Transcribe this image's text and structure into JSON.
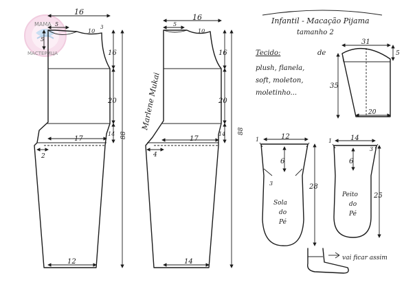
{
  "title": "Infantil - Macação Pijama",
  "subtitle": "tamanho 2",
  "fabric": {
    "heading": "Tecido:",
    "line1": "de",
    "line2": "plush, flanela,",
    "line3": "soft, moleton,",
    "line4": "moletinho..."
  },
  "signature": "Marlene Mukai",
  "watermark": {
    "line1": "МАМА",
    "line2": "МАСТЕРИЦА"
  },
  "front_piece": {
    "width_top": "16",
    "neck_w": "5",
    "neck_h": "5",
    "shoulder": "10",
    "gap": "3",
    "armhole_h": "16",
    "body_h": "20",
    "crotch_h": "14",
    "total_h": "88",
    "hip_w": "17",
    "crotch_ext": "2",
    "hem_w": "12"
  },
  "back_piece": {
    "width_top": "16",
    "neck_w": "5",
    "shoulder": "10",
    "armhole_h": "16",
    "body_h": "20",
    "crotch_h": "14",
    "total_h": "88",
    "hip_w": "17",
    "crotch_ext": "4",
    "hem_w": "14"
  },
  "sleeve": {
    "width": "31",
    "cap_h": "5",
    "length": "35",
    "cuff": "20"
  },
  "sole": {
    "width": "12",
    "corner": "1",
    "depth": "6",
    "dart": "3",
    "length": "28",
    "label1": "Sola",
    "label2": "do",
    "label3": "Pé"
  },
  "instep": {
    "width": "14",
    "corner": "1",
    "depth": "6",
    "dart": "3",
    "length": "25",
    "label1": "Peito",
    "label2": "do",
    "label3": "Pé"
  },
  "foot_note": "vai ficar assim"
}
